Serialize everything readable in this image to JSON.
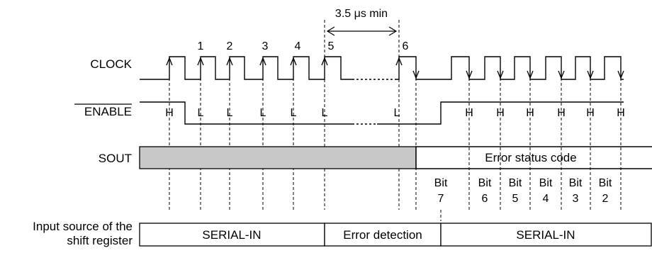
{
  "diagram": {
    "clock_label": "CLOCK",
    "enable_label": "ENABLE",
    "sout_label": "SOUT",
    "pulse_numbers": [
      "1",
      "2",
      "3",
      "4",
      "5",
      "6"
    ],
    "timing_note": "3.5 μs min",
    "enable_values": [
      "H",
      "L",
      "L",
      "L",
      "L",
      "L",
      "L",
      "H",
      "H",
      "H",
      "H",
      "H",
      "H"
    ],
    "sout_text": "Error status code",
    "bits": [
      {
        "word": "Bit",
        "num": "7"
      },
      {
        "word": "Bit",
        "num": "6"
      },
      {
        "word": "Bit",
        "num": "5"
      },
      {
        "word": "Bit",
        "num": "4"
      },
      {
        "word": "Bit",
        "num": "3"
      },
      {
        "word": "Bit",
        "num": "2"
      }
    ],
    "input_source_label_line1": "Input source of the",
    "input_source_label_line2": "shift register",
    "segments": [
      "SERIAL-IN",
      "Error detection",
      "SERIAL-IN"
    ],
    "colors": {
      "line": "#000000",
      "shade": "#c8c8c8",
      "background": "#ffffff"
    }
  }
}
